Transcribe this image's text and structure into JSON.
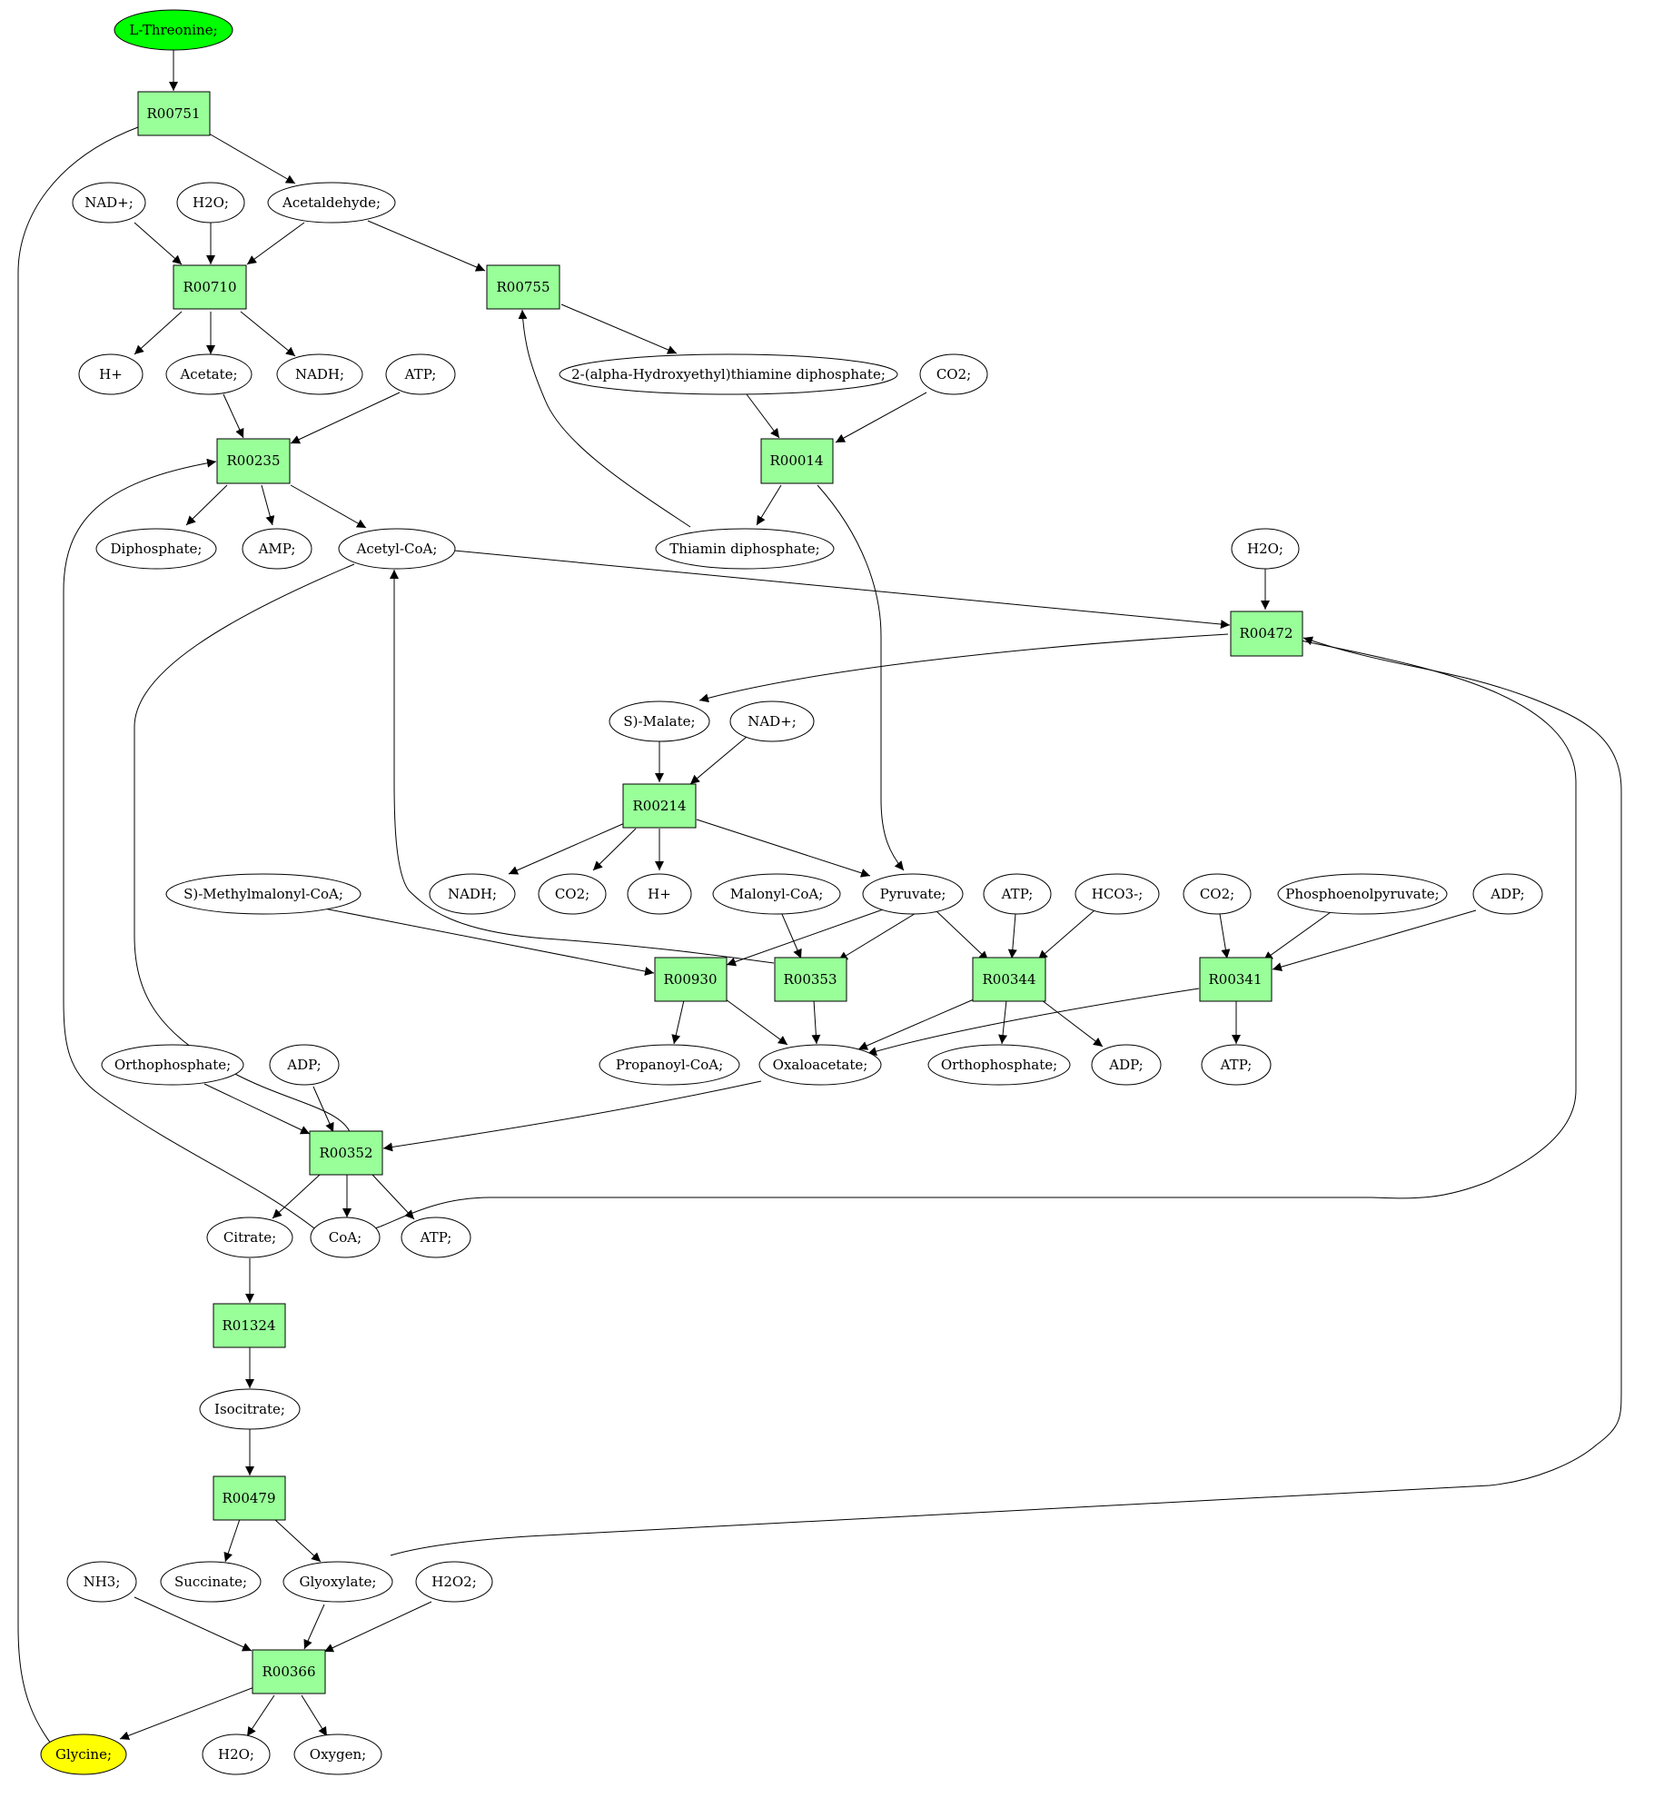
{
  "colors": {
    "start": "#00ff00",
    "end": "#ffff00",
    "reaction": "#99ff99",
    "compound": "#ffffff"
  },
  "compounds": {
    "thr": "L-Threonine;",
    "nad1": "NAD+;",
    "h2o1": "H2O;",
    "acald": "Acetaldehyde;",
    "hplus1": "H+",
    "acetate": "Acetate;",
    "nadh1": "NADH;",
    "atp1": "ATP;",
    "hetpp": "2-(alpha-Hydroxyethyl)thiamine diphosphate;",
    "co2a": "CO2;",
    "ppi": "Diphosphate;",
    "amp": "AMP;",
    "accoa": "Acetyl-CoA;",
    "thpp": "Thiamin diphosphate;",
    "h2o2": "H2O;",
    "malate": "S)-Malate;",
    "nad2": "NAD+;",
    "mmcoa": "S)-Methylmalonyl-CoA;",
    "nadh2": "NADH;",
    "co2b": "CO2;",
    "hplus2": "H+",
    "malcoa": "Malonyl-CoA;",
    "pyr": "Pyruvate;",
    "atp2": "ATP;",
    "hco3": "HCO3-;",
    "co2c": "CO2;",
    "pep": "Phosphoenolpyruvate;",
    "adp1": "ADP;",
    "propcoa": "Propanoyl-CoA;",
    "oaa": "Oxaloacetate;",
    "pi1": "Orthophosphate;",
    "adp2": "ADP;",
    "atp3": "ATP;",
    "pi2": "Orthophosphate;",
    "adp3": "ADP;",
    "cit": "Citrate;",
    "coa": "CoA;",
    "atp4": "ATP;",
    "icit": "Isocitrate;",
    "nh3": "NH3;",
    "succ": "Succinate;",
    "glx": "Glyoxylate;",
    "h2o2b": "H2O2;",
    "gly": "Glycine;",
    "h2o3": "H2O;",
    "o2": "Oxygen;"
  },
  "reactions": {
    "R00751": "R00751",
    "R00710": "R00710",
    "R00755": "R00755",
    "R00235": "R00235",
    "R00014": "R00014",
    "R00472": "R00472",
    "R00214": "R00214",
    "R00930": "R00930",
    "R00353": "R00353",
    "R00344": "R00344",
    "R00341": "R00341",
    "R00352": "R00352",
    "R01324": "R01324",
    "R00479": "R00479",
    "R00366": "R00366"
  }
}
